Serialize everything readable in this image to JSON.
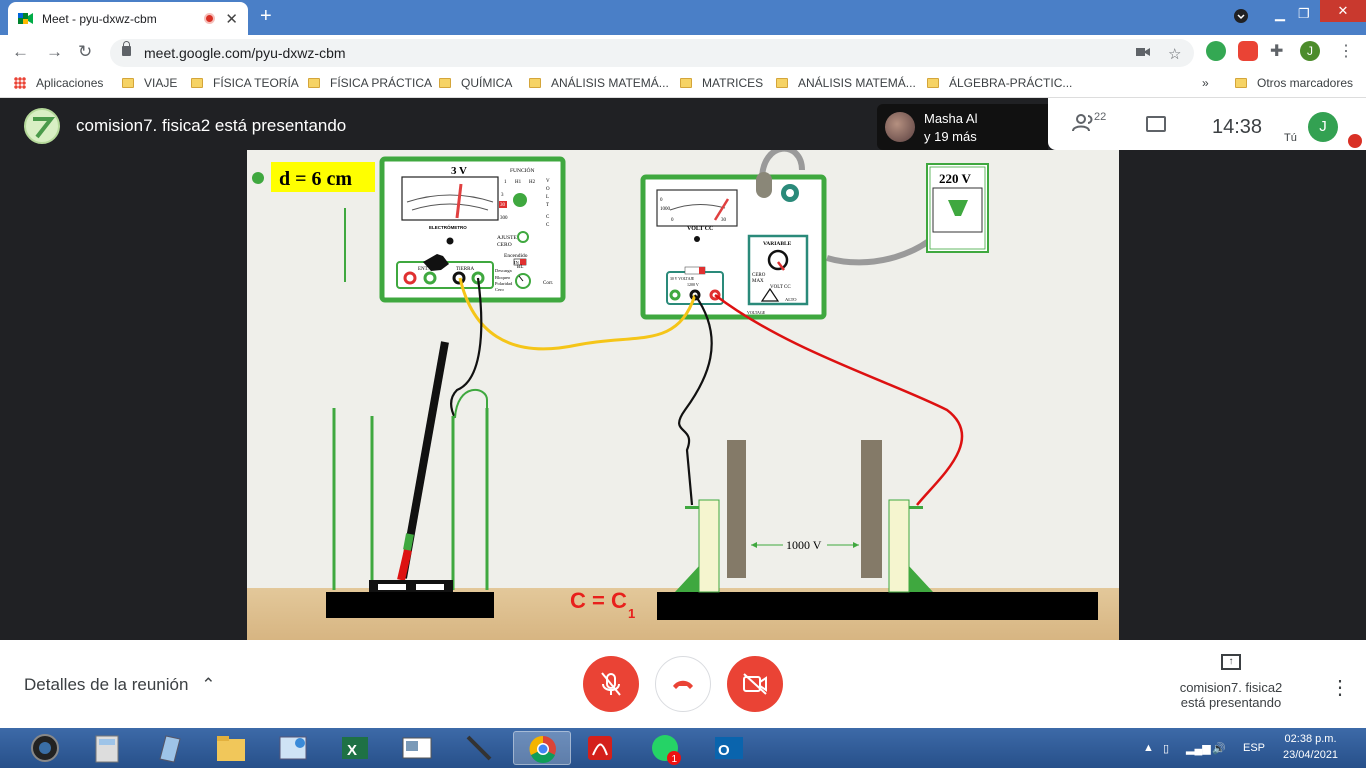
{
  "browser": {
    "tab_title": "Meet - pyu-dxwz-cbm",
    "new_tab": "+",
    "url": "meet.google.com/pyu-dxwz-cbm",
    "profile_initial": "J",
    "bookmarks": [
      "Aplicaciones",
      "VIAJE",
      "FÍSICA TEORÍA",
      "FÍSICA PRÁCTICA",
      "QUÍMICA",
      "ANÁLISIS MATEMÁ...",
      "MATRICES",
      "ANÁLISIS MATEMÁ...",
      "ÁLGEBRA-PRÁCTIC..."
    ],
    "bookmarks_overflow": "»",
    "other_bookmarks": "Otros marcadores"
  },
  "meet": {
    "presenting_title": "comision7. fisica2 está presentando",
    "participant_name": "Masha Al",
    "participant_more": "y 19 más",
    "participant_count": "22",
    "clock": "14:38",
    "you_label": "Tú",
    "user_initial": "J",
    "details_label": "Detalles de la reunión",
    "presenting_info": "comision7. fisica2 está presentando"
  },
  "slide": {
    "distance_label": "d = 6 cm",
    "electrometer": {
      "range": "3 V",
      "function_label": "FUNCIÓN",
      "volt_cc": [
        "V",
        "O",
        "L",
        "T",
        "",
        "C",
        "C"
      ],
      "brand": "ELECTRÓMETRO",
      "adjust": "AJUSTE",
      "cero": "CERO",
      "on": "Encendido",
      "on_state": "IN",
      "tierra": "TIERRA",
      "ent": "ENT.",
      "scale_30": "30",
      "scale_3": "3",
      "scale_1": "1",
      "scale_300": "300",
      "m1": "H1",
      "m2": "H2",
      "bl": "BL",
      "side_labels": [
        "Descarga",
        "Bloqueo",
        "Polaridad",
        "Cero"
      ],
      "corr": "Corr."
    },
    "power_supply": {
      "title": "VOLT CC",
      "scale_0": "0",
      "scale_1000": "1000",
      "scale_30": "30",
      "scale_0b": "0",
      "selector": "30 V   VOLTAJE",
      "selector_value": "1200 V",
      "variable": "VARIABLE",
      "cero": "CERO",
      "max": "MAX",
      "volt_cc": "VOLT CC",
      "alto": "ALTO",
      "voltage": "VOLTAGE"
    },
    "mains": "220 V",
    "plate_voltage": "1000 V",
    "capacitance": "C = C",
    "capacitance_sub": "1"
  },
  "taskbar": {
    "lang": "ESP",
    "time": "02:38 p.m.",
    "date": "23/04/2021",
    "whatsapp_badge": "1"
  },
  "colors": {
    "green": "#3fa83f",
    "red_button": "#ea4335",
    "wire_yellow": "#f5c518",
    "wire_red": "#dd1111",
    "label_yellow": "#ffff00",
    "capacitance_red": "#e8201c"
  }
}
